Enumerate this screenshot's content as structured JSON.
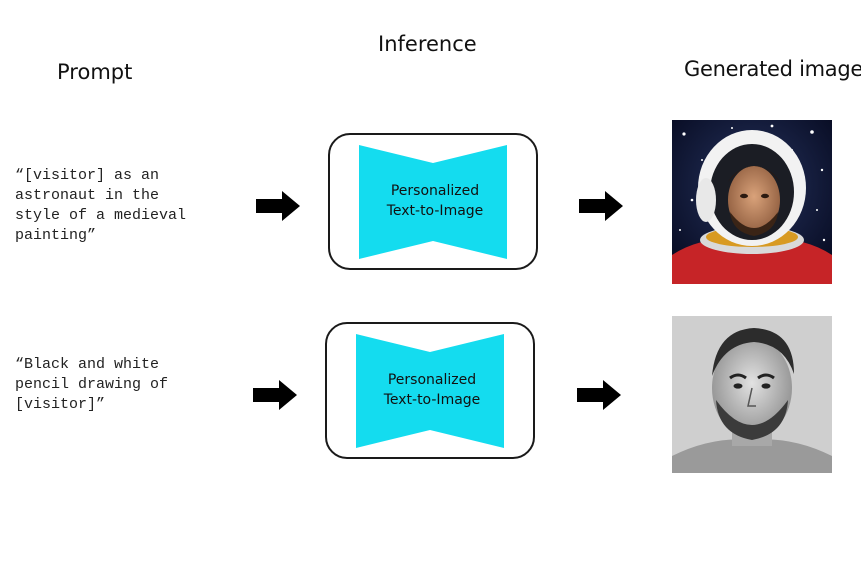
{
  "headings": {
    "inference": "Inference",
    "prompt": "Prompt",
    "generated": "Generated image"
  },
  "rows": [
    {
      "prompt": "“[visitor] as an\nastronaut in the\nstyle of a medieval\npainting”",
      "model_label": "Personalized\nText-to-Image"
    },
    {
      "prompt": "“Black and white\npencil drawing of\n[visitor]”",
      "model_label": "Personalized\nText-to-Image"
    }
  ],
  "colors": {
    "model_shape": "#14dcef",
    "arrow": "#000000",
    "box_border": "#1a1a1a"
  }
}
